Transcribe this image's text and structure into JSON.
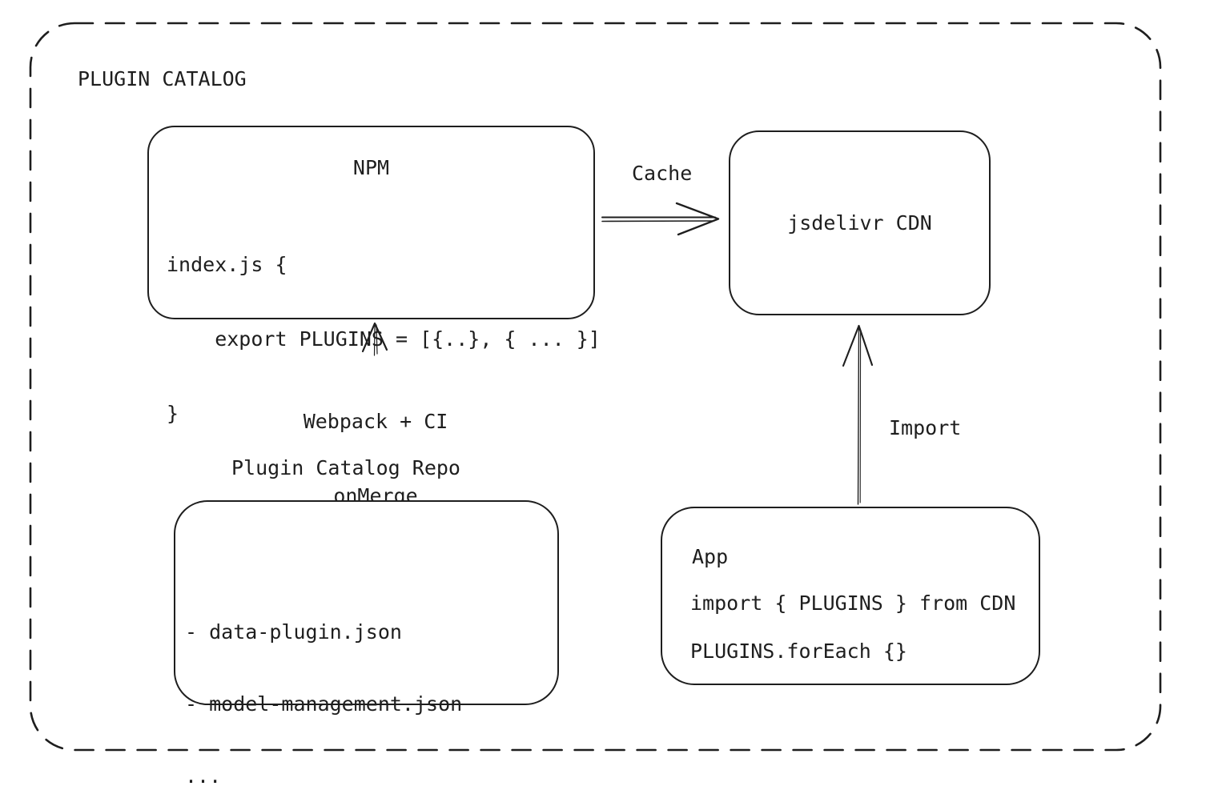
{
  "colors": {
    "ink": "#1e1e1e",
    "background": "#ffffff"
  },
  "frame": {
    "title": "PLUGIN CATALOG"
  },
  "nodes": {
    "npm": {
      "title": "NPM",
      "code": [
        "index.js {",
        "    export PLUGINS = [{..}, { ... }]",
        "}"
      ]
    },
    "cdn": {
      "label": "jsdelivr CDN"
    },
    "repo": {
      "title": "Plugin Catalog Repo",
      "items": [
        "- data-plugin.json",
        "- model-management.json",
        "..."
      ]
    },
    "app": {
      "title": "App",
      "lines": [
        "import { PLUGINS } from CDN",
        "PLUGINS.forEach {}"
      ]
    }
  },
  "edges": {
    "cache": {
      "label": "Cache"
    },
    "build": {
      "label_line1": "Webpack + CI",
      "label_line2": "onMerge"
    },
    "import": {
      "label": "Import"
    }
  }
}
